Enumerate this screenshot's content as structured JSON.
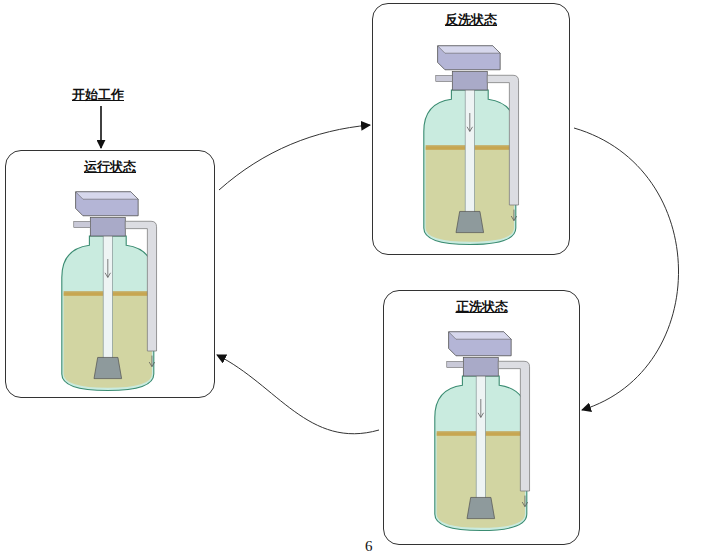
{
  "diagram": {
    "nodes": [
      {
        "text": [
          "运行状态"
        ]
      },
      {
        "text": [
          "反洗状态"
        ]
      },
      {
        "text": [
          "正洗状态"
        ]
      }
    ],
    "edges": [
      {
        "from": 0,
        "to": 1,
        "arrow": "to"
      },
      {
        "from": 1,
        "to": 2,
        "arrow": "to"
      },
      {
        "from": 2,
        "to": 0,
        "arrow": "to"
      }
    ],
    "labels": [
      "开始工作",
      "6"
    ]
  }
}
